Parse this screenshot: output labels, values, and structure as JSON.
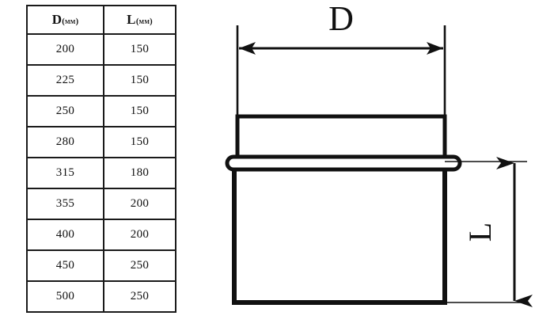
{
  "table": {
    "columns": [
      {
        "symbol": "D",
        "unit": "(мм)"
      },
      {
        "symbol": "L",
        "unit": "(мм)"
      }
    ],
    "rows": [
      {
        "D": "200",
        "L": "150"
      },
      {
        "D": "225",
        "L": "150"
      },
      {
        "D": "250",
        "L": "150"
      },
      {
        "D": "280",
        "L": "150"
      },
      {
        "D": "315",
        "L": "180"
      },
      {
        "D": "355",
        "L": "200"
      },
      {
        "D": "400",
        "L": "200"
      },
      {
        "D": "450",
        "L": "250"
      },
      {
        "D": "500",
        "L": "250"
      }
    ]
  },
  "drawing": {
    "dimension_d_label": "D",
    "dimension_l_label": "L"
  },
  "colors": {
    "line": "#111111",
    "background": "#ffffff"
  }
}
